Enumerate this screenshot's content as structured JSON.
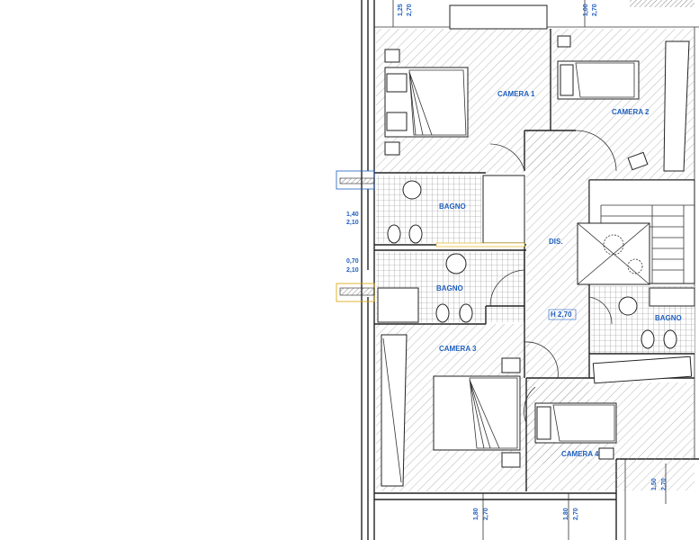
{
  "rooms": {
    "camera1": "CAMERA 1",
    "camera2": "CAMERA 2",
    "camera3": "CAMERA 3",
    "camera4": "CAMERA 4",
    "bagno_a": "BAGNO",
    "bagno_b": "BAGNO",
    "bagno_c": "BAGNO",
    "dis": "DIS.",
    "height": "H 2,70"
  },
  "dimensions": {
    "top_left_a": "1,25",
    "top_left_b": "2,70",
    "top_mid_a": "1,00",
    "top_mid_b": "2,70",
    "left_upper_a": "1,40",
    "left_upper_b": "2,10",
    "left_lower_a": "0,70",
    "left_lower_b": "2,10",
    "bottom_left_a": "1,80",
    "bottom_left_b": "2,70",
    "bottom_mid_a": "1,80",
    "bottom_mid_b": "2,70",
    "bottom_right_a": "1,50",
    "bottom_right_b": "2,70"
  },
  "colors": {
    "label": "#1f5fbf",
    "wall": "#222222"
  }
}
